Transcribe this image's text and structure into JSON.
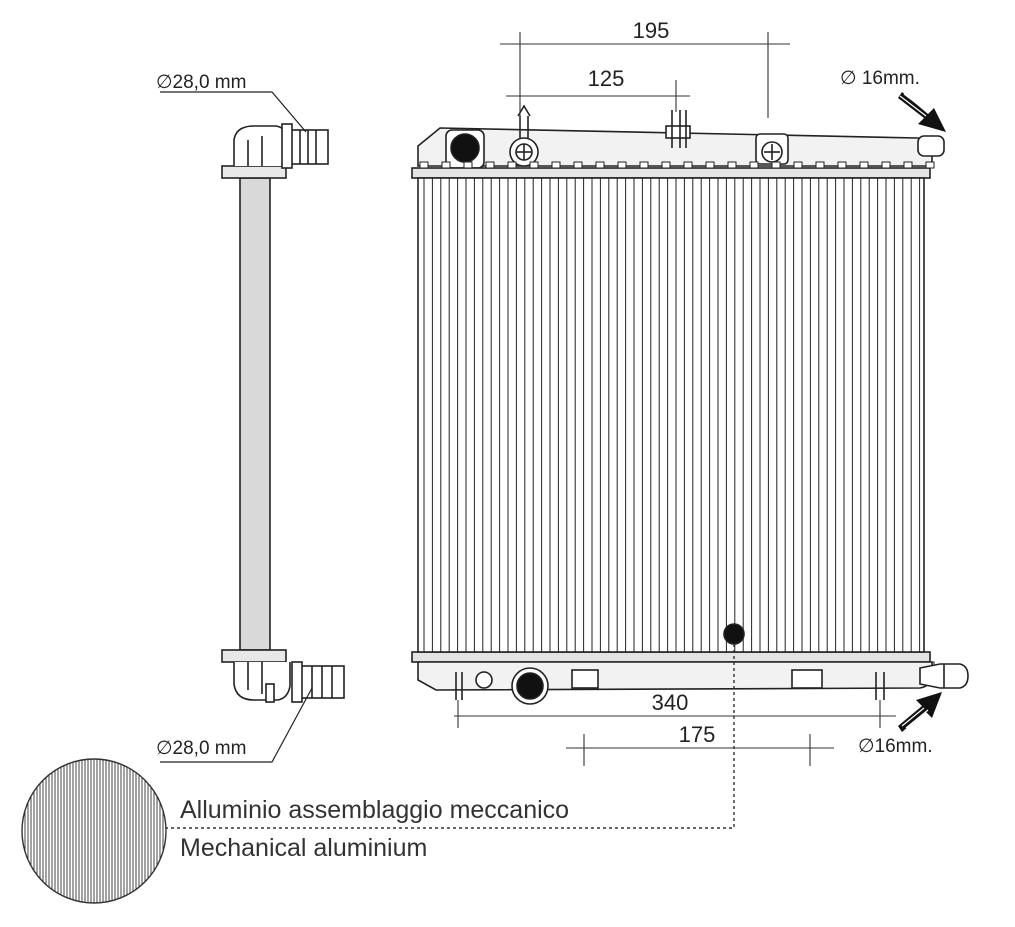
{
  "dimensions": {
    "width_195": "195",
    "width_125": "125",
    "width_340": "340",
    "width_175": "175"
  },
  "side_view": {
    "top_pipe": "∅28,0 mm",
    "bottom_pipe": "∅28,0 mm"
  },
  "front_view": {
    "top_right_port": "∅ 16mm.",
    "bottom_right_port": "∅16mm."
  },
  "legend": {
    "line_it": "Alluminio assemblaggio meccanico",
    "line_en": "Mechanical aluminium"
  },
  "colors": {
    "ink": "#222222",
    "core_fill": "#d9d9d9",
    "tank_fill": "#e4e4e4"
  }
}
